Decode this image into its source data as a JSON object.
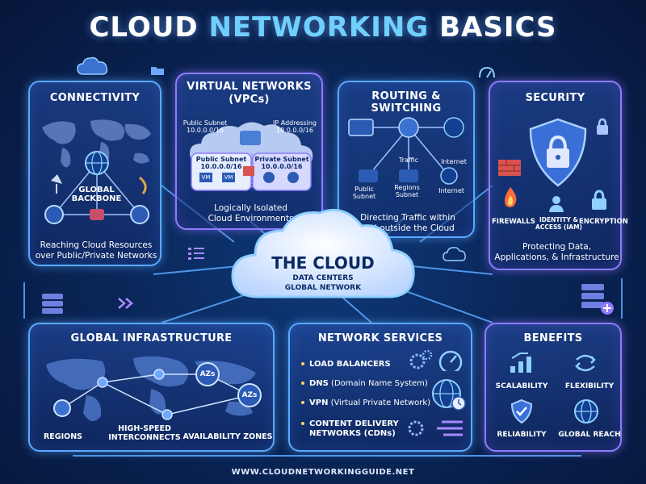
{
  "title": {
    "part1": "CLOUD ",
    "part2": "NETWORKING",
    "part3": " BASICS"
  },
  "center": {
    "title": "THE CLOUD",
    "line1": "DATA CENTERS",
    "line2": "GLOBAL NETWORK"
  },
  "connectivity": {
    "title": "CONNECTIVITY",
    "backbone_line1": "GLOBAL",
    "backbone_line2": "BACKBONE",
    "caption_line1": "Reaching Cloud Resources",
    "caption_line2": "over Public/Private Networks"
  },
  "vpcs": {
    "title_line1": "VIRTUAL NETWORKS",
    "title_line2": "(VPCs)",
    "public_label_line1": "Public Subnet",
    "public_label_line2": "10.0.0.0/16",
    "ip_label_line1": "IP Addressing",
    "ip_label_line2": "10.0.0.0/16",
    "inner_public_line1": "Public Subnet",
    "inner_public_line2": "10.0.0.0/16",
    "inner_private_line1": "Private Subnet",
    "inner_private_line2": "10.0.0.0/16",
    "vm1": "VM",
    "vm2": "VM",
    "caption_line1": "Logically Isolated",
    "caption_line2": "Cloud Environments"
  },
  "routing": {
    "title": "ROUTING & SWITCHING",
    "traffic": "Traffic",
    "internet_top": "Internet",
    "public_line1": "Public",
    "public_line2": "Subnet",
    "regions_line1": "Regions",
    "regions_line2": "Subnet",
    "internet_bottom": "Internet",
    "caption_line1": "Directing Traffic within",
    "caption_line2": "and outside the Cloud"
  },
  "security": {
    "title": "SECURITY",
    "firewalls": "FIREWALLS",
    "iam_line1": "IDENTITY &",
    "iam_line2": "ACCESS (IAM)",
    "encryption": "ENCRYPTION",
    "caption_line1": "Protecting Data,",
    "caption_line2": "Applications, & Infrastructure"
  },
  "global_infra": {
    "title": "GLOBAL INFRASTRUCTURE",
    "az1": "AZs",
    "az2": "AZs",
    "regions": "REGIONS",
    "interconnects_line1": "HIGH-SPEED",
    "interconnects_line2": "INTERCONNECTS",
    "availability": "AVAILABILITY ZONES"
  },
  "network_services": {
    "title": "NETWORK SERVICES",
    "item1": "LOAD BALANCERS",
    "item2_bold": "DNS",
    "item2_rest": " (Domain Name System)",
    "item3_bold": "VPN",
    "item3_rest": " (Virtual Private Network)",
    "item4_line1": "CONTENT DELIVERY",
    "item4_line2": "NETWORKS (CDNs)"
  },
  "benefits": {
    "title": "BENEFITS",
    "scalability": "SCALABILITY",
    "flexibility": "FLEXIBILITY",
    "reliability": "RELIABILITY",
    "global_reach": "GLOBAL REACH"
  },
  "footer": {
    "url": "WWW.CLOUDNETWORKINGGUIDE.NET"
  },
  "colors": {
    "background": "#0a2658",
    "panel_border": "#5aa8ff",
    "accent_purple": "#8d7cff",
    "title_accent": "#6fd0ff",
    "cloud_fill": "#dcecff",
    "firewall_brick": "#d9534f",
    "fire": "#ff6a3d"
  }
}
